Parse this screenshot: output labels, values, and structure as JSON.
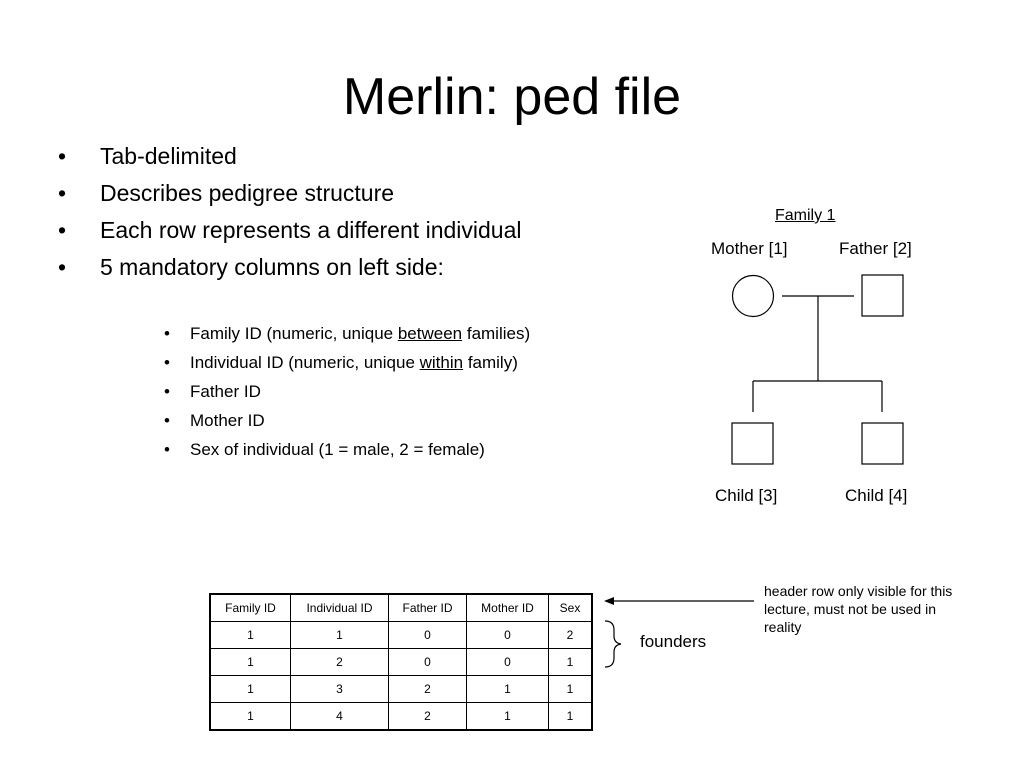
{
  "slide": {
    "title": "Merlin: ped file",
    "bullets": [
      "Tab-delimited",
      "Describes pedigree structure",
      "Each row represents a different individual",
      "5 mandatory columns on left side:"
    ],
    "bullet_glyph": "•",
    "sub_bullets": {
      "family_id": {
        "before": "Family ID (numeric, unique ",
        "em": "between",
        "after": " families)"
      },
      "individual_id": {
        "before": "Individual ID (numeric, unique ",
        "em": "within",
        "after": " family)"
      },
      "father_id": "Father ID",
      "mother_id": "Mother ID",
      "sex": "Sex of individual (1 = male, 2 = female)"
    }
  },
  "pedigree": {
    "family_label": "Family 1",
    "mother": "Mother [1]",
    "father": "Father [2]",
    "child3": "Child [3]",
    "child4": "Child [4]"
  },
  "table": {
    "headers": [
      "Family ID",
      "Individual ID",
      "Father ID",
      "Mother ID",
      "Sex"
    ],
    "rows": [
      [
        "1",
        "1",
        "0",
        "0",
        "2"
      ],
      [
        "1",
        "2",
        "0",
        "0",
        "1"
      ],
      [
        "1",
        "3",
        "2",
        "1",
        "1"
      ],
      [
        "1",
        "4",
        "2",
        "1",
        "1"
      ]
    ]
  },
  "annotations": {
    "header_note": "header row only visible for this lecture, must not be used in reality",
    "founders": "founders"
  }
}
